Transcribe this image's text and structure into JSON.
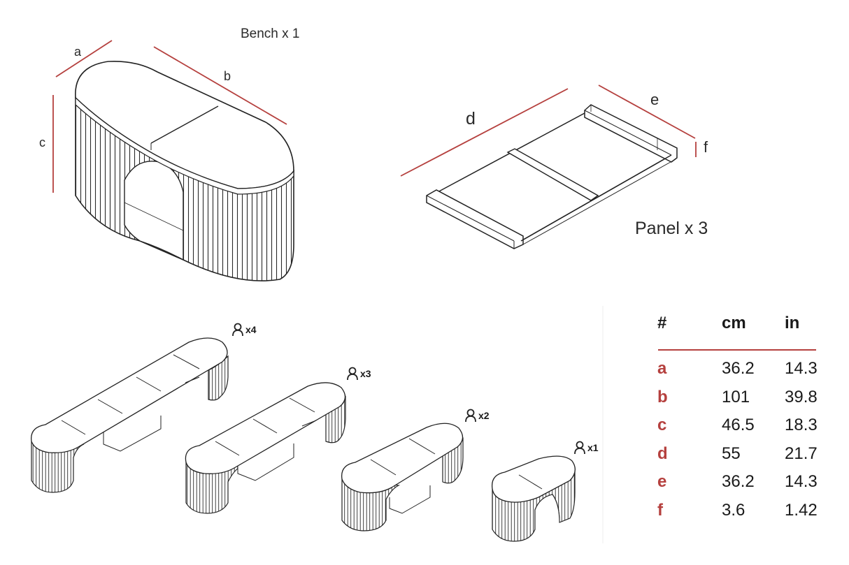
{
  "bench_title": "Bench x 1",
  "panel_title": "Panel x 3",
  "dimension_letters": {
    "a": "a",
    "b": "b",
    "c": "c",
    "d": "d",
    "e": "e",
    "f": "f"
  },
  "configurations": [
    {
      "label": "x4"
    },
    {
      "label": "x3"
    },
    {
      "label": "x2"
    },
    {
      "label": "x1"
    }
  ],
  "table": {
    "headers": [
      "#",
      "cm",
      "in"
    ],
    "rows": [
      {
        "key": "a",
        "cm": "36.2",
        "in": "14.3"
      },
      {
        "key": "b",
        "cm": "101",
        "in": "39.8"
      },
      {
        "key": "c",
        "cm": "46.5",
        "in": "18.3"
      },
      {
        "key": "d",
        "cm": "55",
        "in": "21.7"
      },
      {
        "key": "e",
        "cm": "36.2",
        "in": "14.3"
      },
      {
        "key": "f",
        "cm": "3.6",
        "in": "1.42"
      }
    ]
  },
  "colors": {
    "accent": "#b5403e",
    "line": "#222222"
  }
}
